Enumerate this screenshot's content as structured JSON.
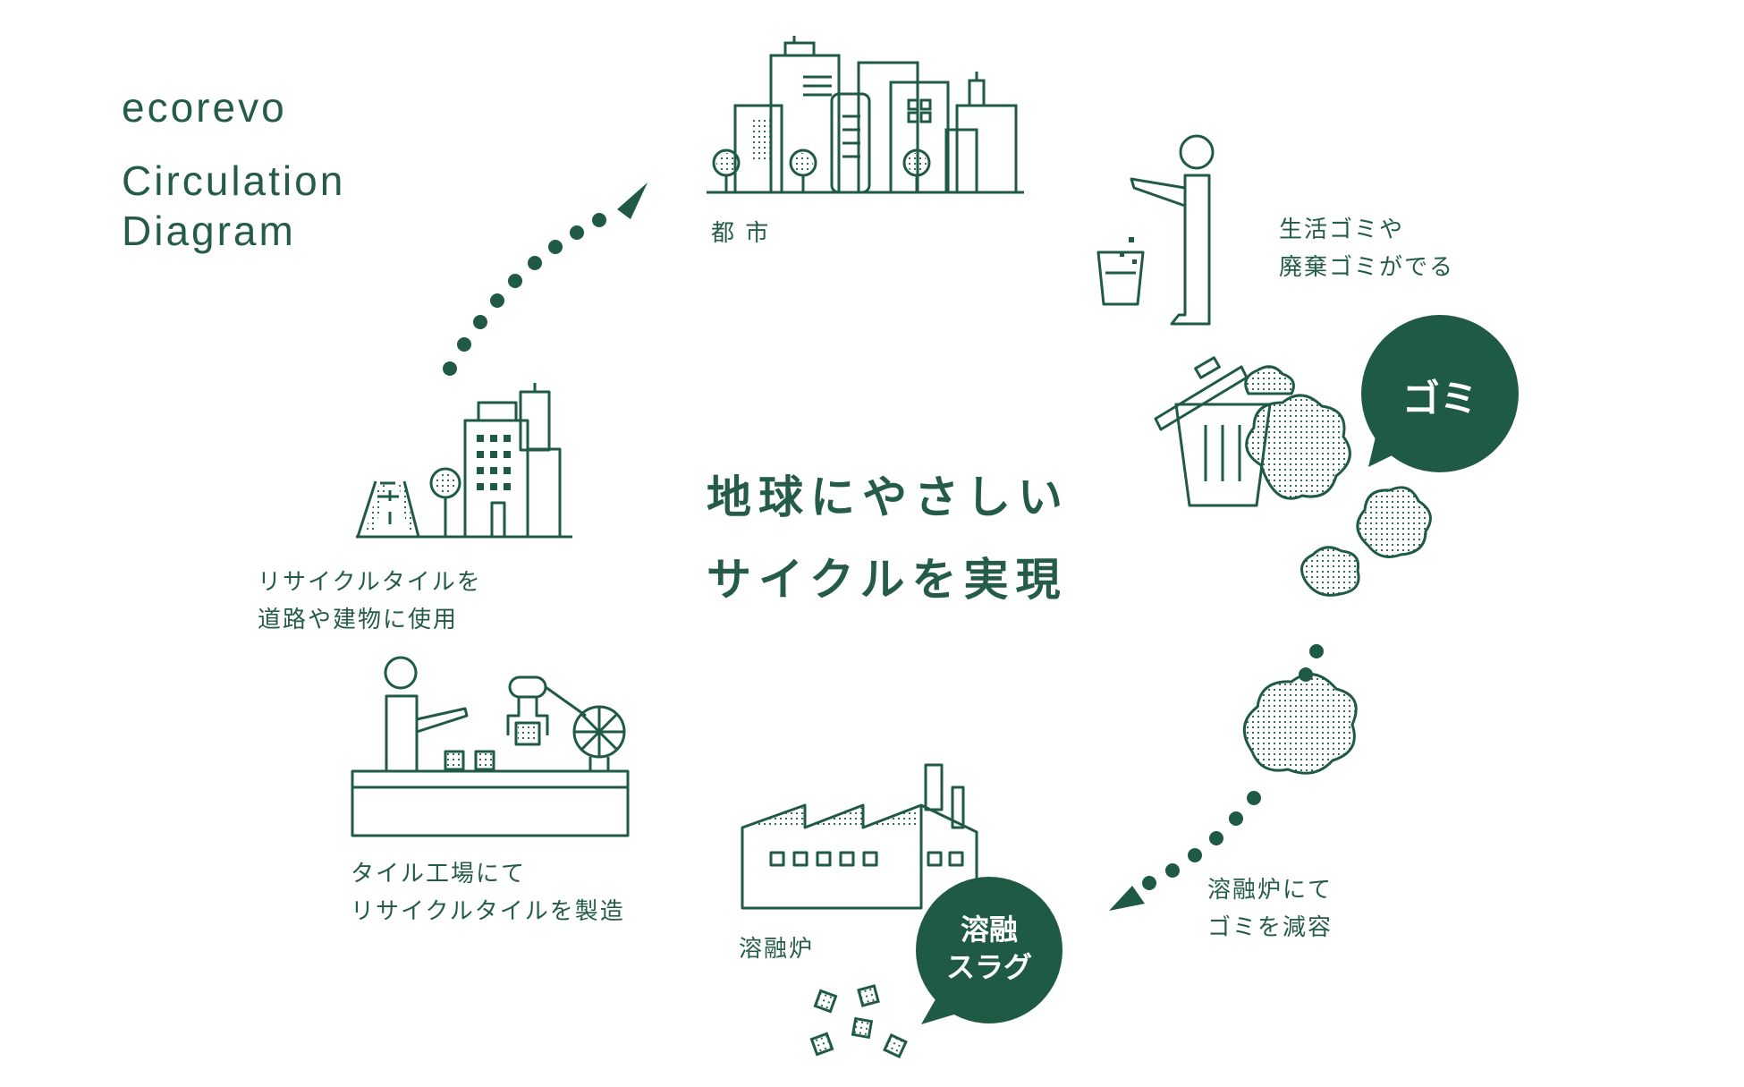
{
  "brand": {
    "name": "ecorevo",
    "title_line1": "Circulation",
    "title_line2": "Diagram"
  },
  "center_message": {
    "line1": "地球にやさしい",
    "line2": "サイクルを実現"
  },
  "nodes": {
    "city": {
      "label": "都 市"
    },
    "waste_out": {
      "line1": "生活ゴミや",
      "line2": "廃棄ゴミがでる"
    },
    "garbage": {
      "bubble": "ゴミ"
    },
    "volume_reduction": {
      "line1": "溶融炉にて",
      "line2": "ゴミを減容"
    },
    "furnace": {
      "label": "溶融炉",
      "bubble_line1": "溶融",
      "bubble_line2": "スラグ"
    },
    "tile_factory": {
      "line1": "タイル工場にて",
      "line2": "リサイクルタイルを製造"
    },
    "reuse": {
      "line1": "リサイクルタイルを",
      "line2": "道路や建物に使用"
    }
  },
  "colors": {
    "primary": "#1f5a45",
    "text": "#245c48",
    "bubble_fill": "#1f5a45",
    "background": "#ffffff"
  }
}
